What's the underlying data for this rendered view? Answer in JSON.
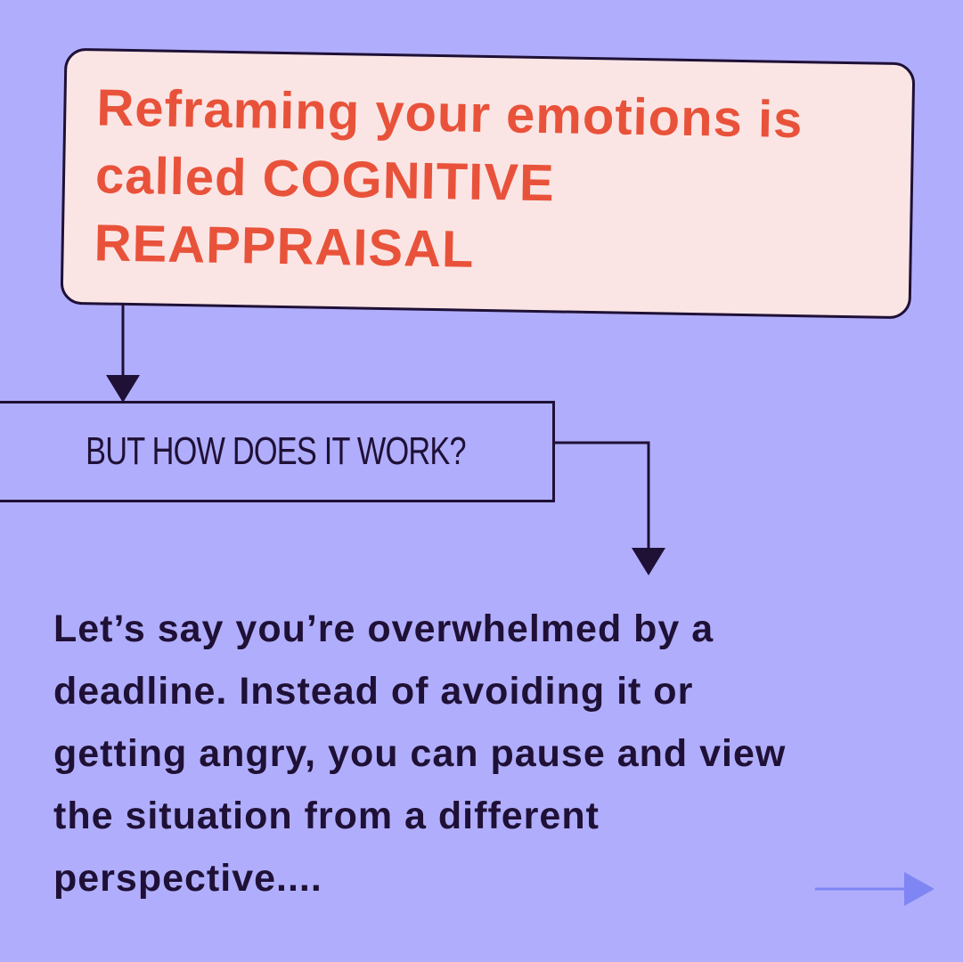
{
  "title_card": {
    "text": "Reframing your emotions is called COGNITIVE REAPPRAISAL"
  },
  "question": {
    "text": "BUT HOW DOES IT WORK?"
  },
  "body": {
    "text": "Let’s say you’re overwhelmed by a deadline. Instead of avoiding it or getting angry, you can pause and view the situation from a different perspective...."
  },
  "colors": {
    "background": "#b0aefc",
    "card_background": "#fbe5e4",
    "title_text": "#e9523a",
    "ink": "#1f1036",
    "next_arrow": "#7f85f2"
  },
  "icons": {
    "next": "arrow-right-icon",
    "connector": "arrow-down-icon"
  }
}
